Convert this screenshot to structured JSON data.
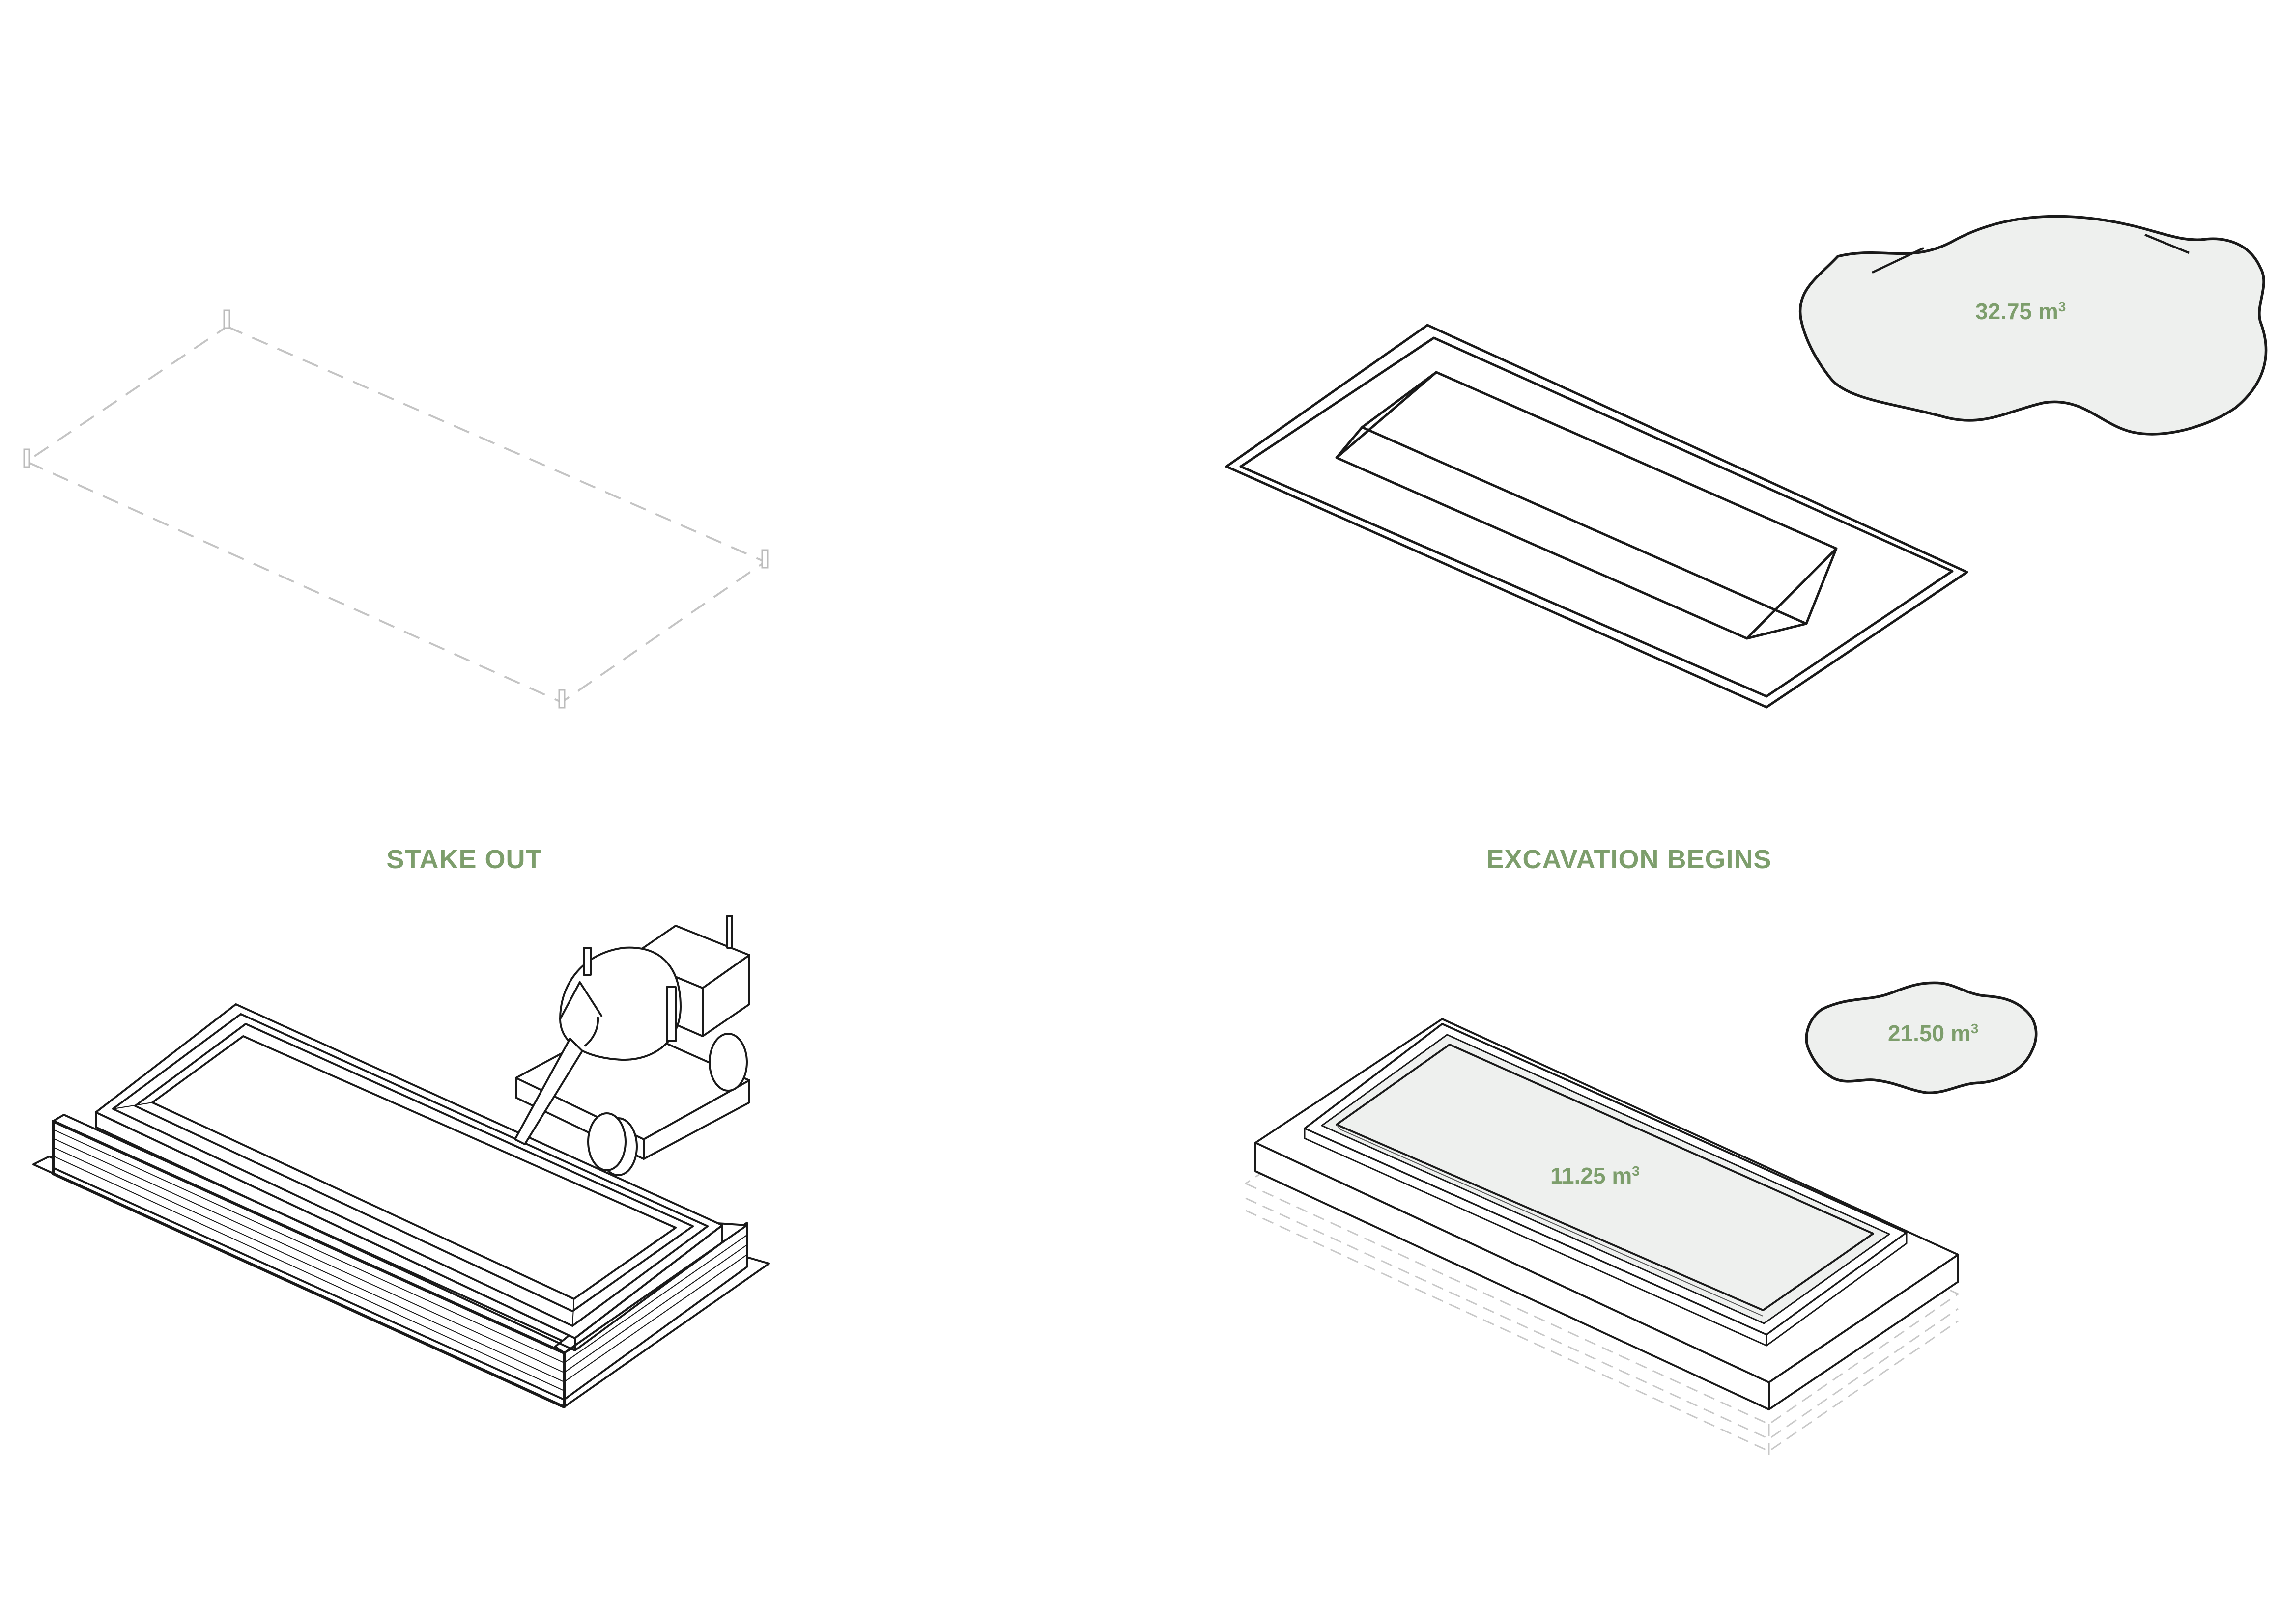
{
  "colors": {
    "accent": "#7d9e6c",
    "line": "#1a1a1a",
    "fill_soil": "#eef0ee",
    "dashed": "#c7c7c7"
  },
  "steps": [
    {
      "title": "STAKE OUT"
    },
    {
      "title": "EXCAVATION BEGINS",
      "soil_volume": "32.75 m",
      "soil_unit_sup": "3"
    },
    {
      "soil_volume": "21.50 m",
      "soil_unit_sup": "3",
      "pit_volume": "11.25 m",
      "pit_unit_sup": "3"
    }
  ]
}
